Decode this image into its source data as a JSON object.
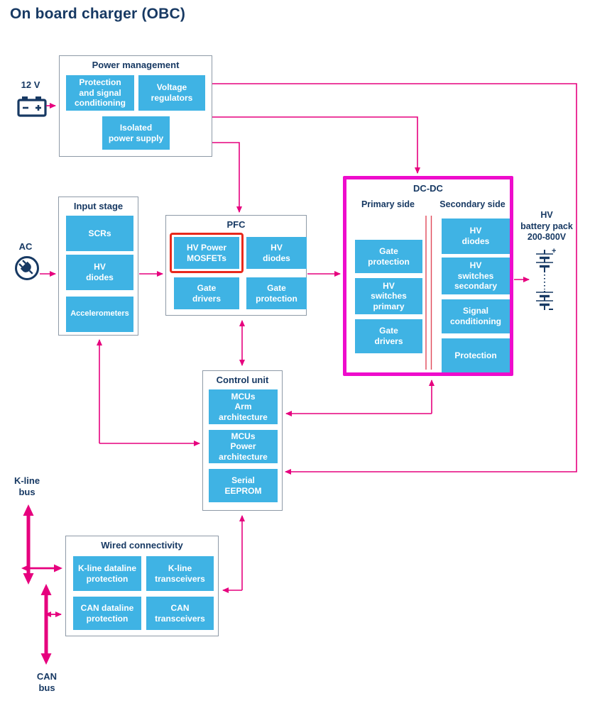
{
  "title": "On board charger (OBC)",
  "colors": {
    "accent_pink": "#e6007e",
    "highlight_magenta": "#ee0ccc",
    "highlight_red": "#e8291c",
    "cell_blue": "#3fb3e4",
    "navy": "#173963",
    "border_gray": "#8e9aa7",
    "isolation_red": "#e04858"
  },
  "labels": {
    "supply_12v": "12 V",
    "ac": "AC",
    "hv_battery": "HV\nbattery pack\n200-800V",
    "kline_bus": "K-line\nbus",
    "can_bus": "CAN\nbus"
  },
  "blocks": {
    "power_management": {
      "title": "Power management",
      "cells": [
        "Protection\nand signal\nconditioning",
        "Voltage\nregulators",
        "Isolated\npower supply"
      ]
    },
    "input_stage": {
      "title": "Input stage",
      "cells": [
        "SCRs",
        "HV\ndiodes",
        "Accelerometers"
      ]
    },
    "pfc": {
      "title": "PFC",
      "cells": [
        "HV Power\nMOSFETs",
        "HV\ndiodes",
        "Gate\ndrivers",
        "Gate\nprotection"
      ]
    },
    "dc_dc": {
      "title": "DC-DC",
      "primary": {
        "title": "Primary side",
        "cells": [
          "Gate\nprotection",
          "HV\nswitches\nprimary",
          "Gate\ndrivers"
        ]
      },
      "secondary": {
        "title": "Secondary side",
        "cells": [
          "HV\ndiodes",
          "HV\nswitches\nsecondary",
          "Signal\nconditioning",
          "Protection"
        ]
      }
    },
    "control_unit": {
      "title": "Control unit",
      "cells": [
        "MCUs\nArm\narchitecture",
        "MCUs\nPower\narchitecture",
        "Serial\nEEPROM"
      ]
    },
    "wired_connectivity": {
      "title": "Wired connectivity",
      "cells": [
        "K-line dataline\nprotection",
        "K-line\ntransceivers",
        "CAN dataline\nprotection",
        "CAN\ntransceivers"
      ]
    }
  }
}
